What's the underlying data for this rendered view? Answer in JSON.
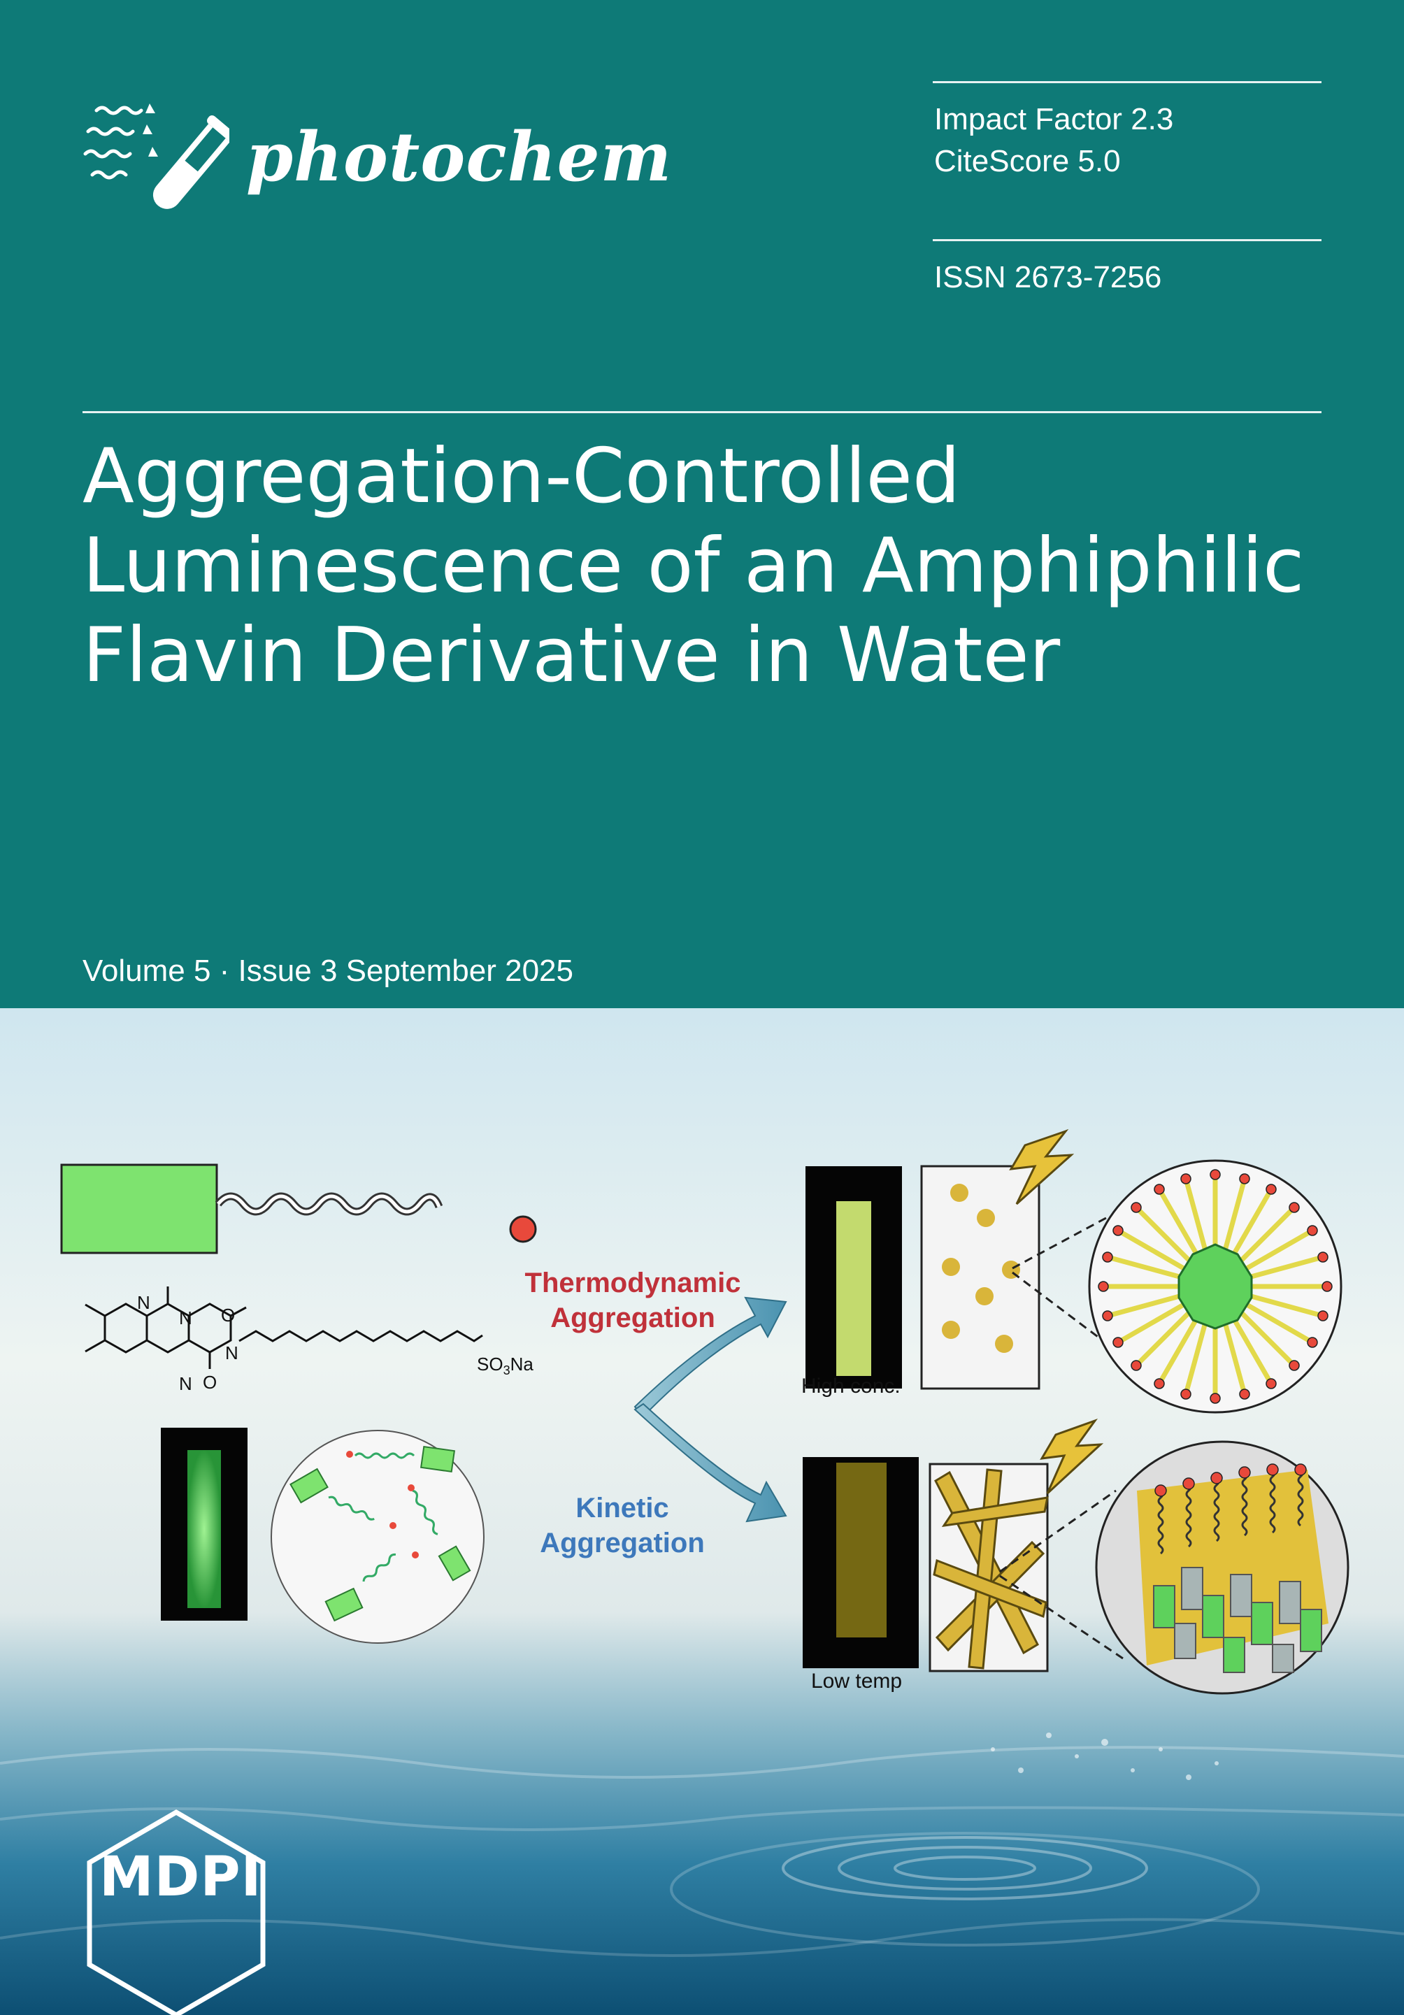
{
  "journal": {
    "name": "photochem",
    "impact_factor": "Impact Factor 2.3",
    "citescore": "CiteScore 5.0",
    "issn": "ISSN 2673-7256"
  },
  "article": {
    "title_lines": [
      "Aggregation-Controlled",
      "Luminescence of an Amphiphilic",
      "Flavin Derivative in Water"
    ]
  },
  "issue": {
    "text": "Volume 5 · Issue 3 September 2025"
  },
  "figure": {
    "thermo_label_1": "Thermodynamic",
    "thermo_label_2": "Aggregation",
    "kinetic_label_1": "Kinetic",
    "kinetic_label_2": "Aggregation",
    "high_conc": "High conc.",
    "low_temp": "Low temp",
    "substituent": "SO",
    "substituent_sub": "3",
    "substituent_suffix": "Na",
    "atom_n": "N",
    "atom_o": "O"
  },
  "publisher": {
    "name": "MDPI"
  },
  "colors": {
    "teal": "#0e7a77",
    "thermo_red": "#c0313a",
    "kinetic_blue": "#3d78bb",
    "flavin_green": "#7ee36f"
  }
}
